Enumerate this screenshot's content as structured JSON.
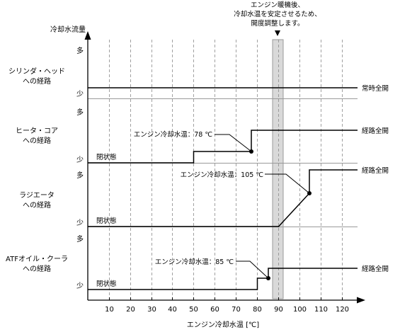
{
  "note": {
    "lines": [
      "エンジン暖機後、",
      "冷却水温を安定させるため、",
      "開度調整します。"
    ]
  },
  "y_axis_label": "冷却水流量",
  "x_axis": {
    "label": "エンジン冷却水温 [℃]",
    "ticks": [
      "10",
      "20",
      "30",
      "40",
      "50",
      "60",
      "70",
      "80",
      "90",
      "100",
      "110",
      "120"
    ],
    "range": [
      0,
      128
    ]
  },
  "level_labels": {
    "high": "多",
    "low": "少"
  },
  "closed_label": "閉状態",
  "stabilized_band_c": [
    87,
    92
  ],
  "rows": [
    {
      "name_lines": [
        "シリンダ・ヘッド",
        "への経路"
      ],
      "end_label": "常時全開",
      "curve_c": [
        [
          0,
          "high"
        ],
        [
          128,
          "high"
        ]
      ]
    },
    {
      "name_lines": [
        "ヒータ・コア",
        "への経路"
      ],
      "end_label": "経路全開",
      "closed_label": "閉状態",
      "annotation": "エンジン冷却水温：78 ℃",
      "marker_c": 78,
      "curve_c": [
        [
          0,
          "low"
        ],
        [
          50,
          "low"
        ],
        [
          50,
          "mid"
        ],
        [
          78,
          "mid"
        ],
        [
          78,
          "high"
        ],
        [
          128,
          "high"
        ]
      ]
    },
    {
      "name_lines": [
        "ラジエータ",
        "への経路"
      ],
      "end_label": "経路全開",
      "closed_label": "閉状態",
      "annotation": "エンジン冷却水温：105 ℃",
      "marker_c": 105,
      "curve_c": [
        [
          0,
          "low"
        ],
        [
          90,
          "low"
        ],
        [
          105,
          "rise"
        ],
        [
          105,
          "high"
        ],
        [
          128,
          "high"
        ]
      ]
    },
    {
      "name_lines": [
        "ATFオイル・クーラ",
        "への経路"
      ],
      "end_label": "経路全開",
      "closed_label": "閉状態",
      "annotation": "エンジン冷却水温：85 ℃",
      "marker_c": 85,
      "curve_c": [
        [
          0,
          "low"
        ],
        [
          80,
          "low"
        ],
        [
          80,
          "mid"
        ],
        [
          85,
          "mid"
        ],
        [
          85,
          "high"
        ],
        [
          128,
          "high"
        ]
      ]
    }
  ]
}
